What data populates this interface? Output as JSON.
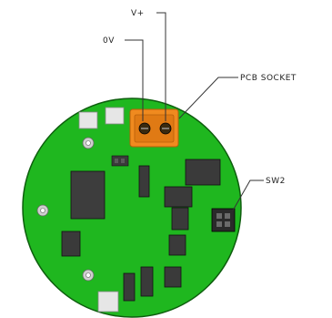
{
  "labels": {
    "v_plus": "V+",
    "zero_v": "0V",
    "pcb_socket": "PCB SOCKET",
    "sw2": "SW2"
  },
  "colors": {
    "board": "#1fb71f",
    "board_outline": "#0e5e0e",
    "socket": "#f08a1f",
    "socket_dark": "#b85f0a",
    "component": "#3a3a3a",
    "pad": "#e6e6e6",
    "screw": "#cfcfcf",
    "leader": "#333333"
  }
}
